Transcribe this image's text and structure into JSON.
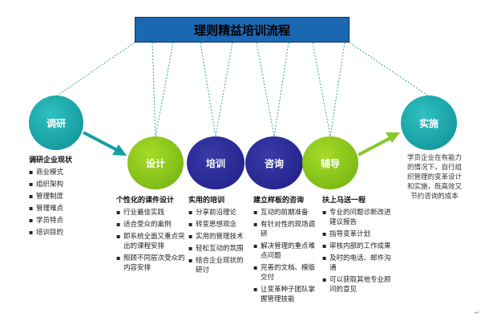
{
  "title": "理则精益培训流程",
  "stages": {
    "start": "调研",
    "design": "设计",
    "train": "培训",
    "consult": "咨询",
    "coach": "辅导",
    "implement": "实施"
  },
  "columns": [
    {
      "heading": "调研企业现状",
      "items": [
        "商业模式",
        "组织架构",
        "管理制度",
        "管理难点",
        "学员特点",
        "培训目的"
      ]
    },
    {
      "heading": "个性化的课件设计",
      "items": [
        "行业最佳实践",
        "适合受众的案例",
        "即系统全面又重点突出的课程安排",
        "照顾不同层次受众的内容安排"
      ]
    },
    {
      "heading": "实用的培训",
      "items": [
        "分享前沿理论",
        "转变思想观念",
        "实用的管理技术",
        "轻松互动的氛围",
        "结合企业现状的研讨"
      ]
    },
    {
      "heading": "建立样板的咨询",
      "items": [
        "互动的前期准备",
        "有针对性的现场调研",
        "解决管理的重点难点问题",
        "完善的文档、模版交付",
        "让变革种子团队掌握管理技能"
      ]
    },
    {
      "heading": "扶上马送一程",
      "items": [
        "专业的问题诊断改进建议报告",
        "指导变革计划",
        "审核内部的工作成果",
        "及时的电话、邮件沟通",
        "可以获取其他专业顾问的意见"
      ]
    }
  ],
  "implement_text": "学员企业在有能力的情况下，自行组织管理的变革设计和实施，既高效又节约咨询的成本",
  "return_mark": "↵",
  "colors": {
    "title_bg": "#1b68b2",
    "teal": "#0e8f94",
    "green": "#7ab51d",
    "navy": "#1e1e86",
    "dotted": "#3aa0a8"
  }
}
